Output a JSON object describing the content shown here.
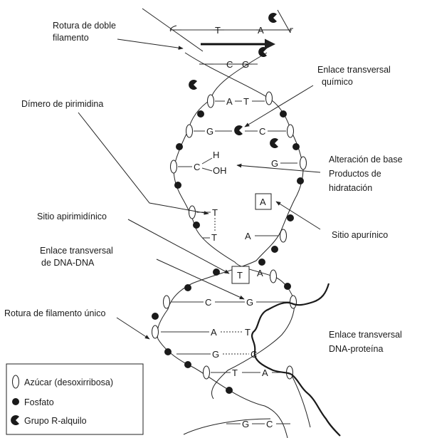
{
  "labels": {
    "double_strand_break": [
      "Rotura de doble",
      "filamento"
    ],
    "chemical_crosslink": [
      "Enlace transversal",
      "químico"
    ],
    "pyrimidine_dimer": "Dímero de pirimidina",
    "base_alteration": [
      "Alteración de base",
      "Productos de",
      "hidratación"
    ],
    "apyrimidinic_site": "Sitio apirimidínico",
    "apurinic_site": "Sitio apurínico",
    "dna_dna_crosslink": [
      "Enlace transversal",
      "de DNA-DNA"
    ],
    "single_strand_break": "Rotura de filamento único",
    "dna_protein_crosslink": [
      "Enlace transversal",
      "DNA-proteína"
    ]
  },
  "bases": {
    "T1": "T",
    "A1": "A",
    "C2": "C",
    "G2": "G",
    "A3": "A",
    "T3": "T",
    "G4": "G",
    "C4": "C",
    "G5": "G",
    "H": "H",
    "Cw": "C",
    "OH": "OH",
    "Abox": "A",
    "T6a": "T",
    "T6b": "T",
    "A7": "A",
    "Tbox": "T",
    "A8": "A",
    "C9": "C",
    "G9": "G",
    "A10": "A",
    "T10": "T",
    "G11": "G",
    "C11": "C",
    "T12": "T",
    "A12": "A",
    "G13": "G",
    "C13": "C"
  },
  "legend": {
    "sugar": "Azúcar (desoxirribosa)",
    "phosphate": "Fosfato",
    "alkyl": "Grupo R-alquilo"
  },
  "colors": {
    "ink": "#1a1a1a",
    "background": "#ffffff"
  }
}
